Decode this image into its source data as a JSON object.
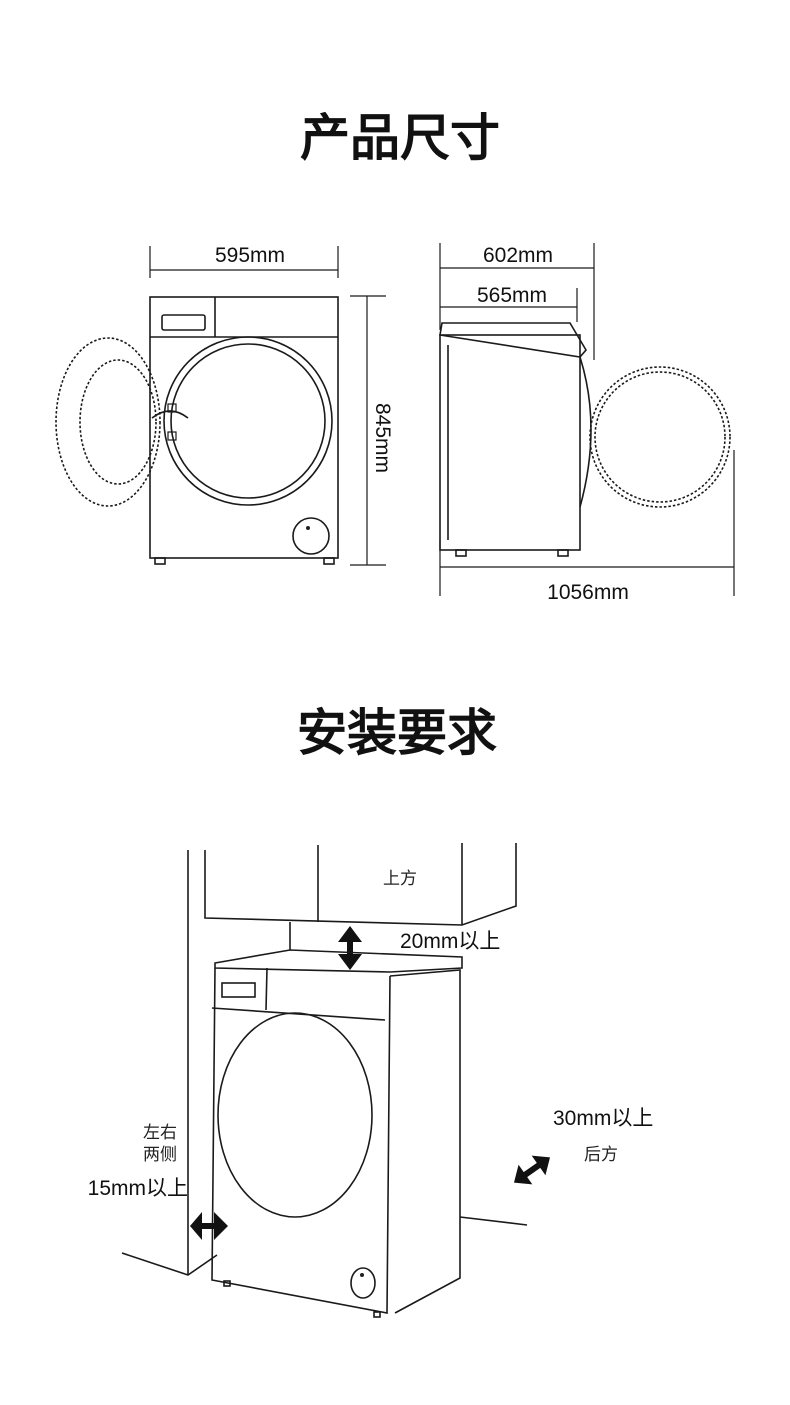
{
  "sections": {
    "dimensions_title": "产品尺寸",
    "installation_title": "安装要求"
  },
  "dimensions": {
    "width": "595mm",
    "height": "845mm",
    "depth": "602mm",
    "body_depth": "565mm",
    "door_open_depth": "1056mm"
  },
  "installation": {
    "top_label": "上方",
    "top_clearance": "20mm以上",
    "side_label_line1": "左右",
    "side_label_line2": "两侧",
    "side_clearance": "15mm以上",
    "back_clearance": "30mm以上",
    "back_label": "后方"
  }
}
